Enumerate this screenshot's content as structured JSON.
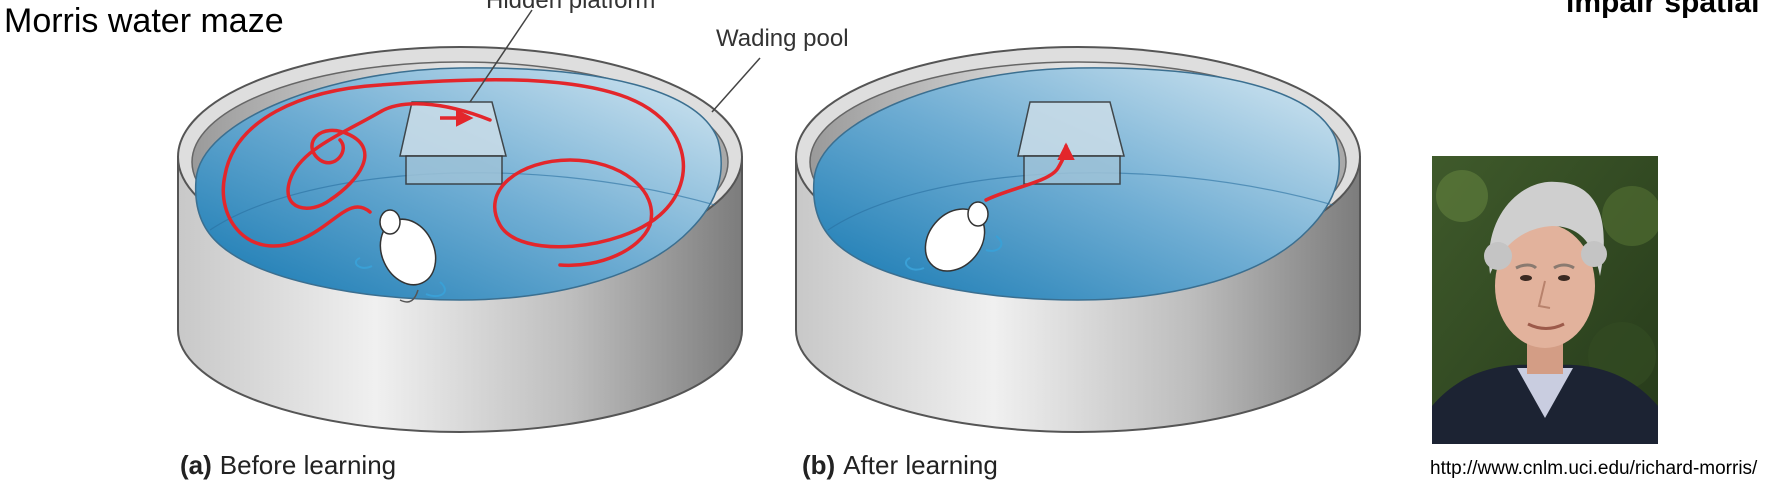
{
  "title": "Morris water maze",
  "cut_title": "impair spatial",
  "labels": {
    "hidden_platform": "Hidden platform",
    "wading_pool": "Wading pool"
  },
  "captions": {
    "a_letter": "(a)",
    "a_text": "Before learning",
    "b_letter": "(b)",
    "b_text": "After learning"
  },
  "photo_credit": "http://www.cnlm.uci.edu/richard-morris/",
  "colors": {
    "water_dark": "#1e86bb",
    "water_light": "#cfe4f0",
    "path_red": "#e3262b",
    "wall_gray": "#8d8d8d"
  }
}
